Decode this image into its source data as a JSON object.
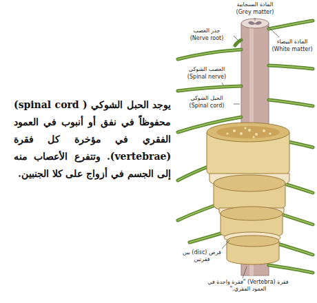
{
  "diagram": {
    "labels": [
      "يوجد الحبل الشوكي ( spinal cord) محفوظاً في نفق أو أنبوب في العمود الفقري في مؤخرة كل فقرة (vertebrae). وتتفرع الأعصاب منه إلى الجسم في أزواج على كلا الجنبين.",
      "المادة السنجابية",
      "(Grey matter)",
      "جذر العصب",
      "(Nerve root)",
      "المادة البيضاء",
      "(White matter)",
      "العصب الشوكي",
      "(Spinal nerve)",
      "الحبل الشوكي",
      "(Spinal cord)",
      "قرص (disc) بين فقرتين",
      "فقرة (Vertebra) \"فقرة واحدة في العمود الفقري.\""
    ]
  }
}
